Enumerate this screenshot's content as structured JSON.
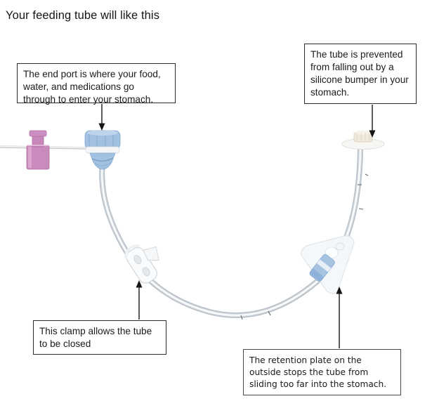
{
  "page": {
    "title": "Your feeding tube will like this",
    "background": "#ffffff"
  },
  "callouts": [
    {
      "id": "end-port",
      "text": "The end port is where your food,\nwater, and medications go\nthrough to enter your stomach."
    },
    {
      "id": "silicone-bumper",
      "text": "The tube is prevented\nfrom falling out by a\nsilicone bumper in your\nstomach."
    },
    {
      "id": "clamp",
      "text": "This clamp allows the tube\nto be closed"
    },
    {
      "id": "retention-plate",
      "text": "The retention plate on the\noutside stops the tube from\nsliding too far into the stomach."
    }
  ],
  "diagram": {
    "parts": [
      "end cap",
      "end port",
      "clamp",
      "retention plate",
      "silicone bumper",
      "tube"
    ],
    "colors": {
      "tube_outer": "#b9c0c7",
      "tube_mid": "#dde1e5",
      "tube_highlight": "#ffffff",
      "end_port_blue": "#a3c2e2",
      "end_port_blue_dark": "#8fb2d6",
      "cap_pink": "#c98abc",
      "cap_pink_dark": "#b06ca2",
      "cylinder_blue": "#a6c4e2",
      "bumper_cream": "#efe9dc",
      "plate_white": "#f5f8fa",
      "arrow": "#151515"
    }
  }
}
